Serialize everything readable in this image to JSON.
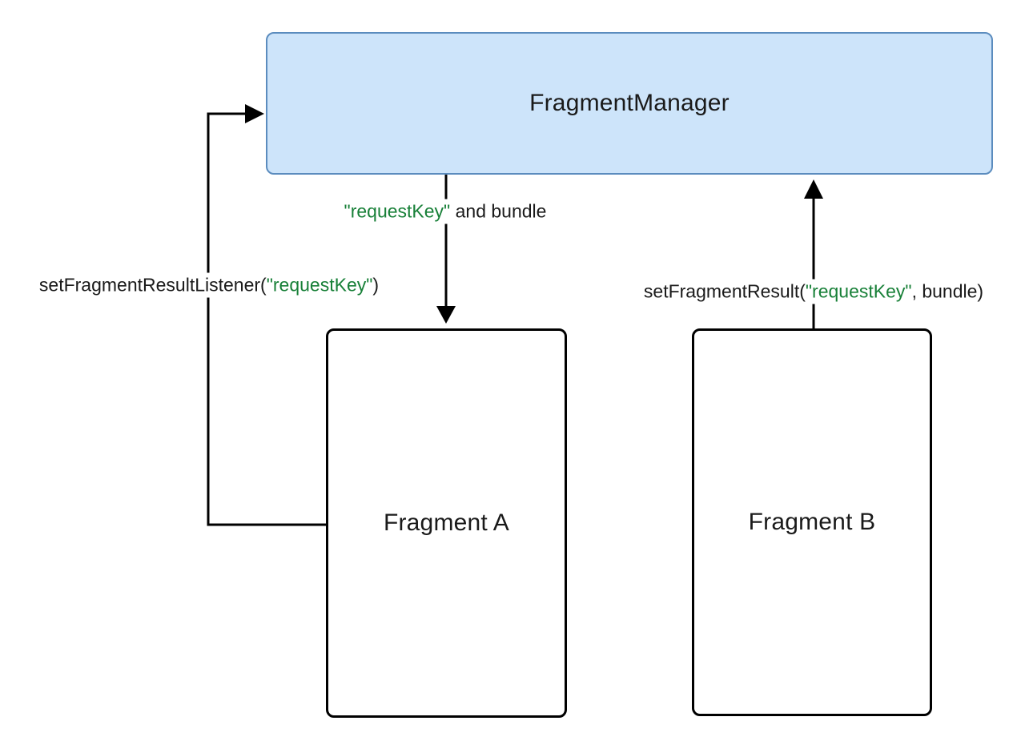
{
  "diagram": {
    "nodes": {
      "fragment_manager": {
        "label": "FragmentManager"
      },
      "fragment_a": {
        "label": "Fragment A"
      },
      "fragment_b": {
        "label": "Fragment B"
      }
    },
    "edges": {
      "set_listener": {
        "description": "arrow-from-fragment-a-to-fragment-manager",
        "prefix": "setFragmentResultListener(",
        "key": "\"requestKey\"",
        "suffix": ")"
      },
      "deliver": {
        "description": "arrow-from-fragment-manager-to-fragment-a",
        "key": "\"requestKey\"",
        "suffix": " and bundle"
      },
      "set_result": {
        "description": "arrow-from-fragment-b-to-fragment-manager",
        "prefix": "setFragmentResult(",
        "key": "\"requestKey\"",
        "suffix": ", bundle)"
      }
    },
    "colors": {
      "manager_fill": "#cde4fa",
      "manager_border": "#5b8cbe",
      "key_green": "#188038",
      "line": "#000000",
      "text": "#1a1a1a"
    }
  }
}
